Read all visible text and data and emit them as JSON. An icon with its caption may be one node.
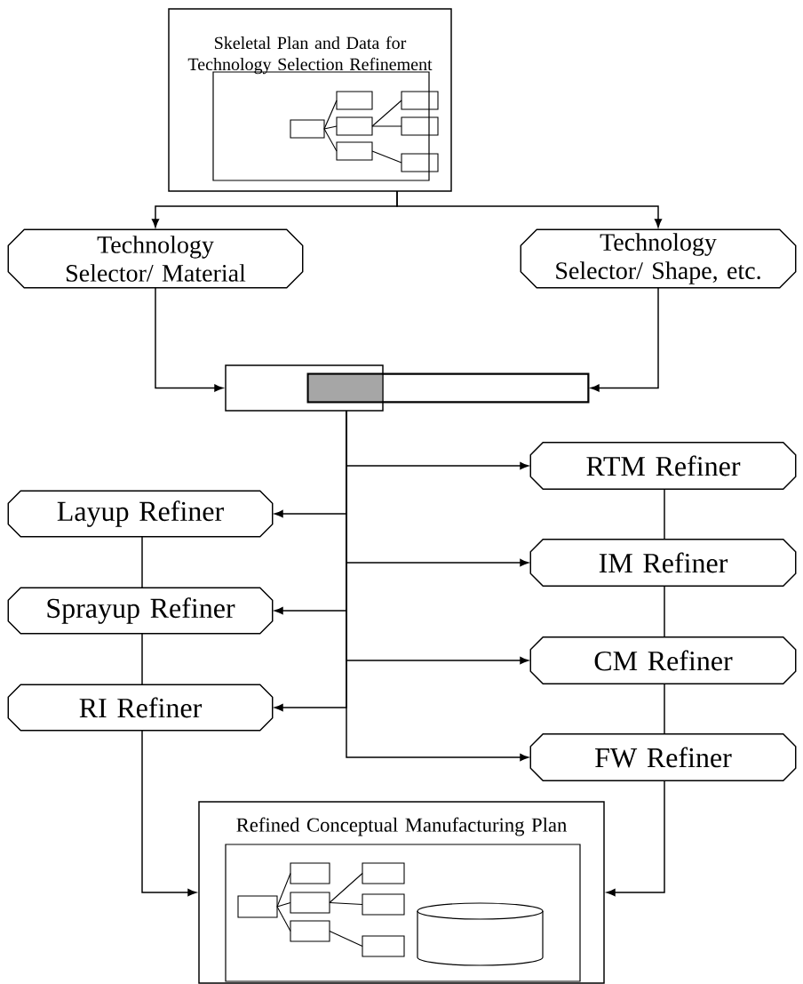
{
  "diagram": {
    "nodes": [
      {
        "text": [
          "Skeletal Plan and Data for Technology Selection Refinement"
        ]
      },
      {
        "text": [
          "Technology Selector/ Material"
        ]
      },
      {
        "text": [
          "Technology Selector/ Shape, etc."
        ]
      },
      {
        "text": [],
        "shape": "box"
      },
      {
        "text": [],
        "shape": "bar"
      },
      {
        "text": [
          "RTM Refiner"
        ]
      },
      {
        "text": [
          "Layup Refiner"
        ]
      },
      {
        "text": [
          "IM Refiner"
        ]
      },
      {
        "text": [
          "Sprayup Refiner"
        ]
      },
      {
        "text": [
          "CM Refiner"
        ]
      },
      {
        "text": [
          "RI Refiner"
        ]
      },
      {
        "text": [
          "FW Refiner"
        ]
      },
      {
        "text": [
          "Refined Conceptual Manufacturing Plan"
        ]
      }
    ],
    "edges": [
      {
        "from": 0,
        "to": 1,
        "arrow": "to"
      },
      {
        "from": 0,
        "to": 2,
        "arrow": "to"
      },
      {
        "from": 1,
        "to": 3,
        "arrow": "to"
      },
      {
        "from": 2,
        "to": 4,
        "arrow": "to"
      },
      {
        "from": 3,
        "to": 5,
        "arrow": "to"
      },
      {
        "from": 3,
        "to": 6,
        "arrow": "to"
      },
      {
        "from": 3,
        "to": 7,
        "arrow": "to"
      },
      {
        "from": 3,
        "to": 8,
        "arrow": "to"
      },
      {
        "from": 3,
        "to": 9,
        "arrow": "to"
      },
      {
        "from": 3,
        "to": 10,
        "arrow": "to"
      },
      {
        "from": 3,
        "to": 11,
        "arrow": "to"
      },
      {
        "from": 6,
        "to": 8,
        "arrow": "none"
      },
      {
        "from": 8,
        "to": 10,
        "arrow": "none"
      },
      {
        "from": 5,
        "to": 7,
        "arrow": "none"
      },
      {
        "from": 7,
        "to": 9,
        "arrow": "none"
      },
      {
        "from": 9,
        "to": 11,
        "arrow": "none"
      },
      {
        "from": 10,
        "to": 12,
        "arrow": "to"
      },
      {
        "from": 11,
        "to": 12,
        "arrow": "to"
      }
    ]
  }
}
